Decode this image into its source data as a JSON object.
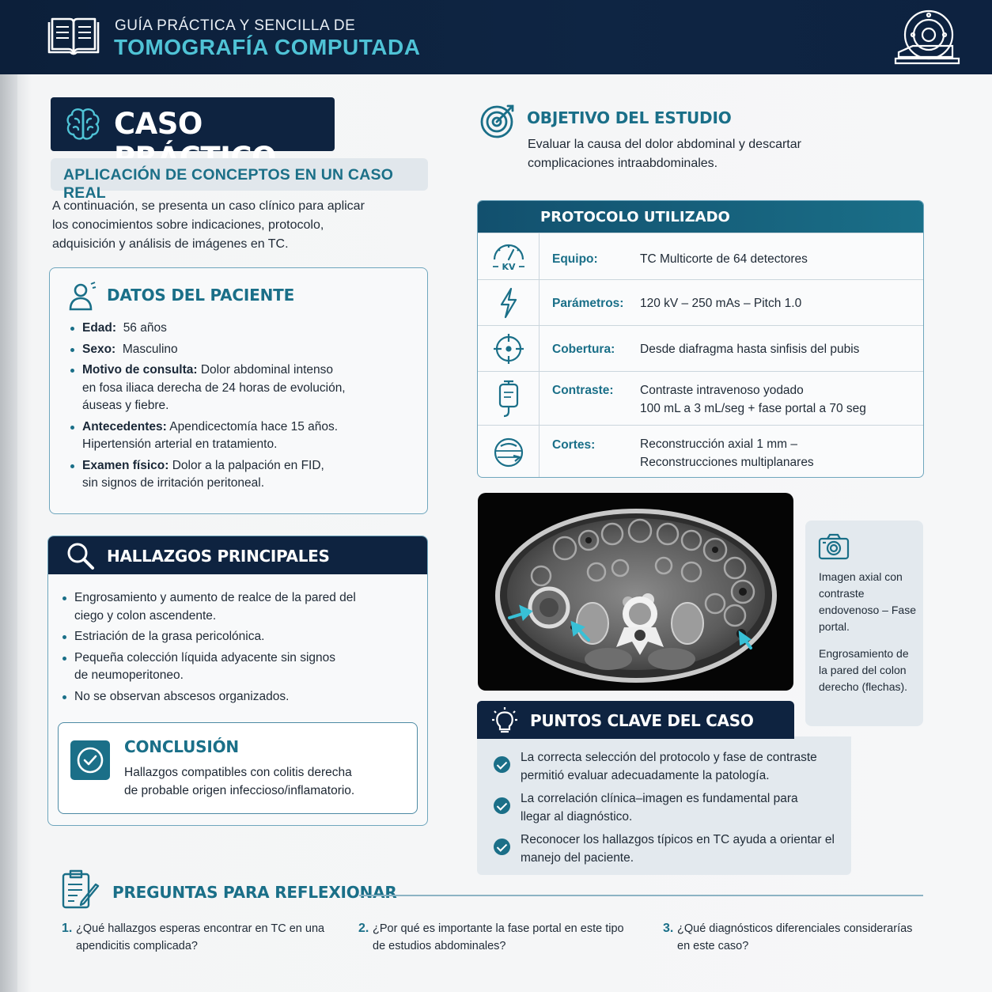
{
  "header": {
    "subtitle": "GUÍA PRÁCTICA Y SENCILLA DE",
    "title": "TOMOGRAFÍA COMPUTADA",
    "logo_icon": "open-book-icon",
    "scanner_icon": "ct-scanner-icon"
  },
  "colors": {
    "navy": "#0e2340",
    "teal": "#1a6f88",
    "accent": "#4fc3d6"
  },
  "case": {
    "banner": "CASO PRÁCTICO",
    "subtitle": "APLICACIÓN DE CONCEPTOS EN UN CASO REAL",
    "intro_1": "A continuación, se presenta un caso clínico para aplicar",
    "intro_2": "los conocimientos sobre indicaciones, protocolo,",
    "intro_3": "adquisición y análisis de imágenes en TC."
  },
  "patient": {
    "title": "DATOS DEL PACIENTE",
    "age_label": "Edad:",
    "age_value": "56 años",
    "sex_label": "Sexo:",
    "sex_value": "Masculino",
    "reason_label": "Motivo de consulta:",
    "reason_value_1": "Dolor abdominal intenso",
    "reason_value_2": "en fosa iliaca derecha de 24 horas de evolución,",
    "reason_value_3": "áuseas y fiebre.",
    "history_label": "Antecedentes:",
    "history_value_1": "Apendicectomía hace 15 años.",
    "history_value_2": "Hipertensión arterial en tratamiento.",
    "exam_label": "Examen físico:",
    "exam_value_1": "Dolor a la palpación en FID,",
    "exam_value_2": "sin signos de irritación peritoneal."
  },
  "findings": {
    "title": "HALLAZGOS PRINCIPALES",
    "item_1a": "Engrosamiento y aumento de realce de la pared del",
    "item_1b": "ciego y colon ascendente.",
    "item_2": "Estriación de la grasa pericolónica.",
    "item_3a": "Pequeña colección líquida adyacente sin signos",
    "item_3b": "de neumoperitoneo.",
    "item_4": "No se observan abscesos organizados."
  },
  "conclusion": {
    "title": "CONCLUSIÓN",
    "text_1": "Hallazgos compatibles con colitis derecha",
    "text_2": "de probable origen infeccioso/inflamatorio."
  },
  "objective": {
    "title": "OBJETIVO DEL ESTUDIO",
    "text_1": "Evaluar la causa del dolor abdominal y descartar",
    "text_2": "complicaciones intraabdominales."
  },
  "protocol": {
    "title": "PROTOCOLO UTILIZADO",
    "kv_label": "KV",
    "rows": [
      {
        "icon": "kv-gauge-icon",
        "key": "Equipo:",
        "value_1": "TC Multicorte de 64 detectores",
        "value_2": ""
      },
      {
        "icon": "lightning-icon",
        "key": "Parámetros:",
        "value_1": "120 kV – 250 mAs – Pitch 1.0",
        "value_2": ""
      },
      {
        "icon": "crosshair-icon",
        "key": "Cobertura:",
        "value_1": "Desde diafragma hasta sinfisis del pubis",
        "value_2": ""
      },
      {
        "icon": "contrast-bag-icon",
        "key": "Contraste:",
        "value_1": "Contraste intravenoso yodado",
        "value_2": "100 mL a 3 mL/seg + fase portal a 70 seg"
      },
      {
        "icon": "slices-icon",
        "key": "Cortes:",
        "value_1": "Reconstrucción axial 1 mm –",
        "value_2": "Reconstrucciones multiplanares"
      }
    ]
  },
  "image_caption": {
    "icon": "camera-icon",
    "p1": "Imagen axial con contraste endovenoso – Fase portal.",
    "p2": "Engrosamiento de la pared del colon derecho (flechas)."
  },
  "key_points": {
    "title": "PUNTOS CLAVE DEL CASO",
    "items": [
      "La correcta selección del protocolo y fase de contraste permitió evaluar adecuadamente la patología.",
      "La correlación clínica–imagen es fundamental para llegar al diagnóstico.",
      "Reconocer los hallazgos típicos en TC ayuda a orientar el manejo del paciente."
    ]
  },
  "questions": {
    "title": "PREGUNTAS PARA REFLEXIONAR",
    "items": [
      {
        "n": "1.",
        "text": "¿Qué hallazgos esperas encontrar en TC en una apendicitis complicada?"
      },
      {
        "n": "2.",
        "text": "¿Por qué es importante la fase portal en este tipo de estudios abdominales?"
      },
      {
        "n": "3.",
        "text": "¿Qué diagnósticos diferenciales considerarías en este caso?"
      }
    ]
  }
}
